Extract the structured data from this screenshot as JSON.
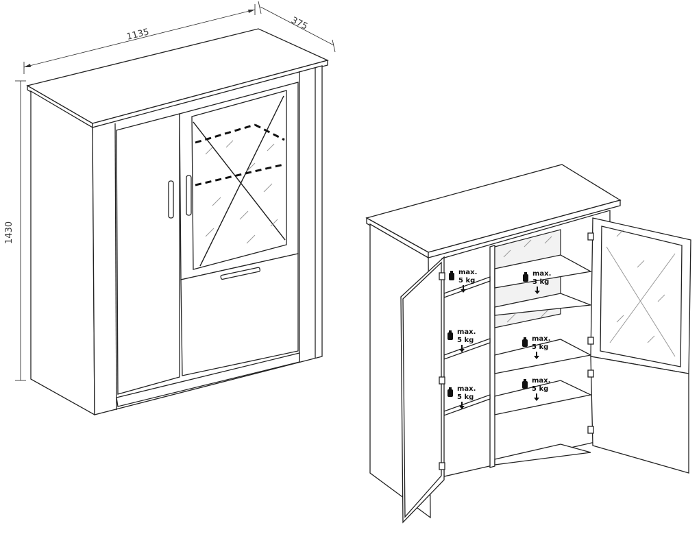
{
  "dimensions": {
    "width": "1135",
    "depth": "375",
    "height": "1430"
  },
  "load_labels": [
    {
      "max": "max.",
      "weight": "5 kg"
    },
    {
      "max": "max.",
      "weight": "5 kg"
    },
    {
      "max": "max.",
      "weight": "5 kg"
    },
    {
      "max": "max.",
      "weight": "3 kg"
    },
    {
      "max": "max.",
      "weight": "5 kg"
    },
    {
      "max": "max.",
      "weight": "5 kg"
    }
  ]
}
